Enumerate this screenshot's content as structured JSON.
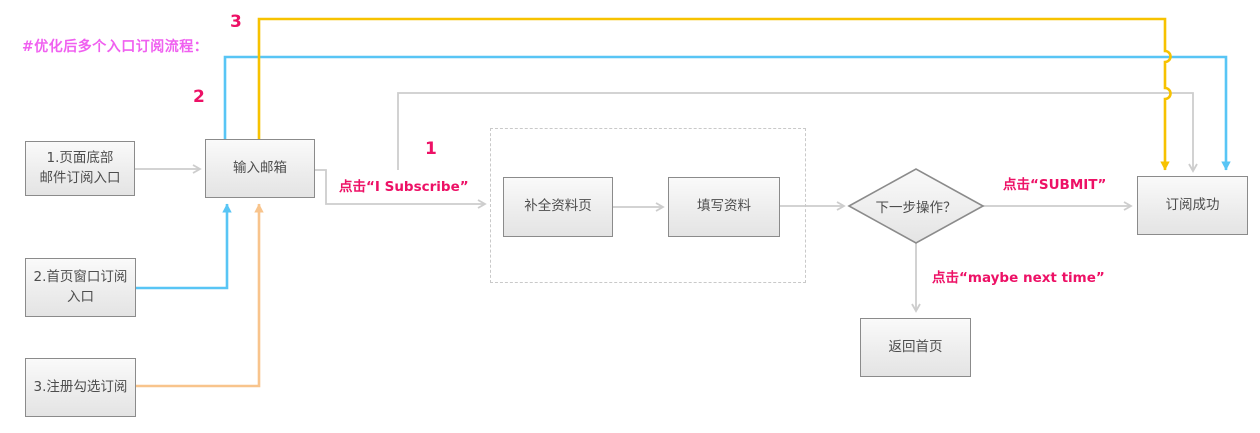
{
  "title": "#优化后多个入口订阅流程：",
  "flow_numbers": {
    "one": "1",
    "two": "2",
    "three": "3"
  },
  "nodes": {
    "entry_footer": "1.页面底部\n邮件订阅入口",
    "entry_home": "2.首页窗口订阅\n入口",
    "entry_register": "3.注册勾选订阅",
    "input_email": "输入邮箱",
    "complete_profile": "补全资料页",
    "fill_profile": "填写资料",
    "decision": "下一步操作？",
    "success": "订阅成功",
    "back_home": "返回首页"
  },
  "edge_labels": {
    "subscribe": "点击“I Subscribe”",
    "submit": "点击“SUBMIT”",
    "maybe": "点击“maybe next time”"
  },
  "colors": {
    "title-magenta": "#f060f0",
    "label-pink": "#ed1166",
    "flow-gray": "#cdcdcd",
    "flow-blue": "#58c5f5",
    "flow-yellow": "#f7c200",
    "flow-orange": "#f8c48c",
    "node-border": "#8b8b8b",
    "node-text": "#4d4d4d",
    "dash-border": "#c9c9c9"
  }
}
